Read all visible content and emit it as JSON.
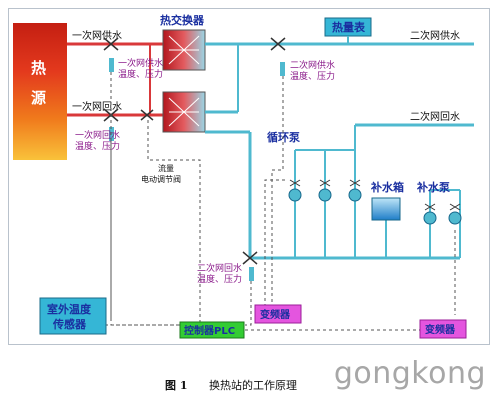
{
  "colors": {
    "pipe_primary_supply": "#d9383a",
    "pipe_secondary": "#4fb9cf",
    "control_dash": "#555555",
    "heat_source": "#e2371f",
    "label_blue": "#1a2fa0",
    "label_purple": "#8a1a8a",
    "box_cyan": "#35b6d6",
    "box_magenta": "#e455df",
    "box_green": "#33cc33"
  },
  "labels": {
    "heat_source_1": "热",
    "heat_source_2": "源",
    "primary_supply": "一次网供水",
    "primary_return": "一次网回水",
    "heat_exchanger": "热交换器",
    "heat_meter": "热量表",
    "secondary_supply": "二次网供水",
    "secondary_return": "二次网回水",
    "primary_supply_sensor_1": "一次网供水",
    "primary_supply_sensor_2": "温度、压力",
    "primary_return_sensor_1": "一次网回水",
    "primary_return_sensor_2": "温度、压力",
    "secondary_supply_sensor_1": "二次网供水",
    "secondary_supply_sensor_2": "温度、压力",
    "secondary_return_sensor_1": "二次网回水",
    "secondary_return_sensor_2": "温度、压力",
    "flow_valve_1": "流量",
    "flow_valve_2": "电动调节阀",
    "circulation_pump": "循环泵",
    "makeup_tank": "补水箱",
    "makeup_pump": "补水泵",
    "outdoor_sensor_1": "室外温度",
    "outdoor_sensor_2": "传感器",
    "controller": "控制器PLC",
    "vfd_1": "变频器",
    "vfd_2": "变频器"
  },
  "caption": {
    "figure_no": "图 1",
    "text": "换热站的工作原理"
  },
  "watermark": "gongkong"
}
